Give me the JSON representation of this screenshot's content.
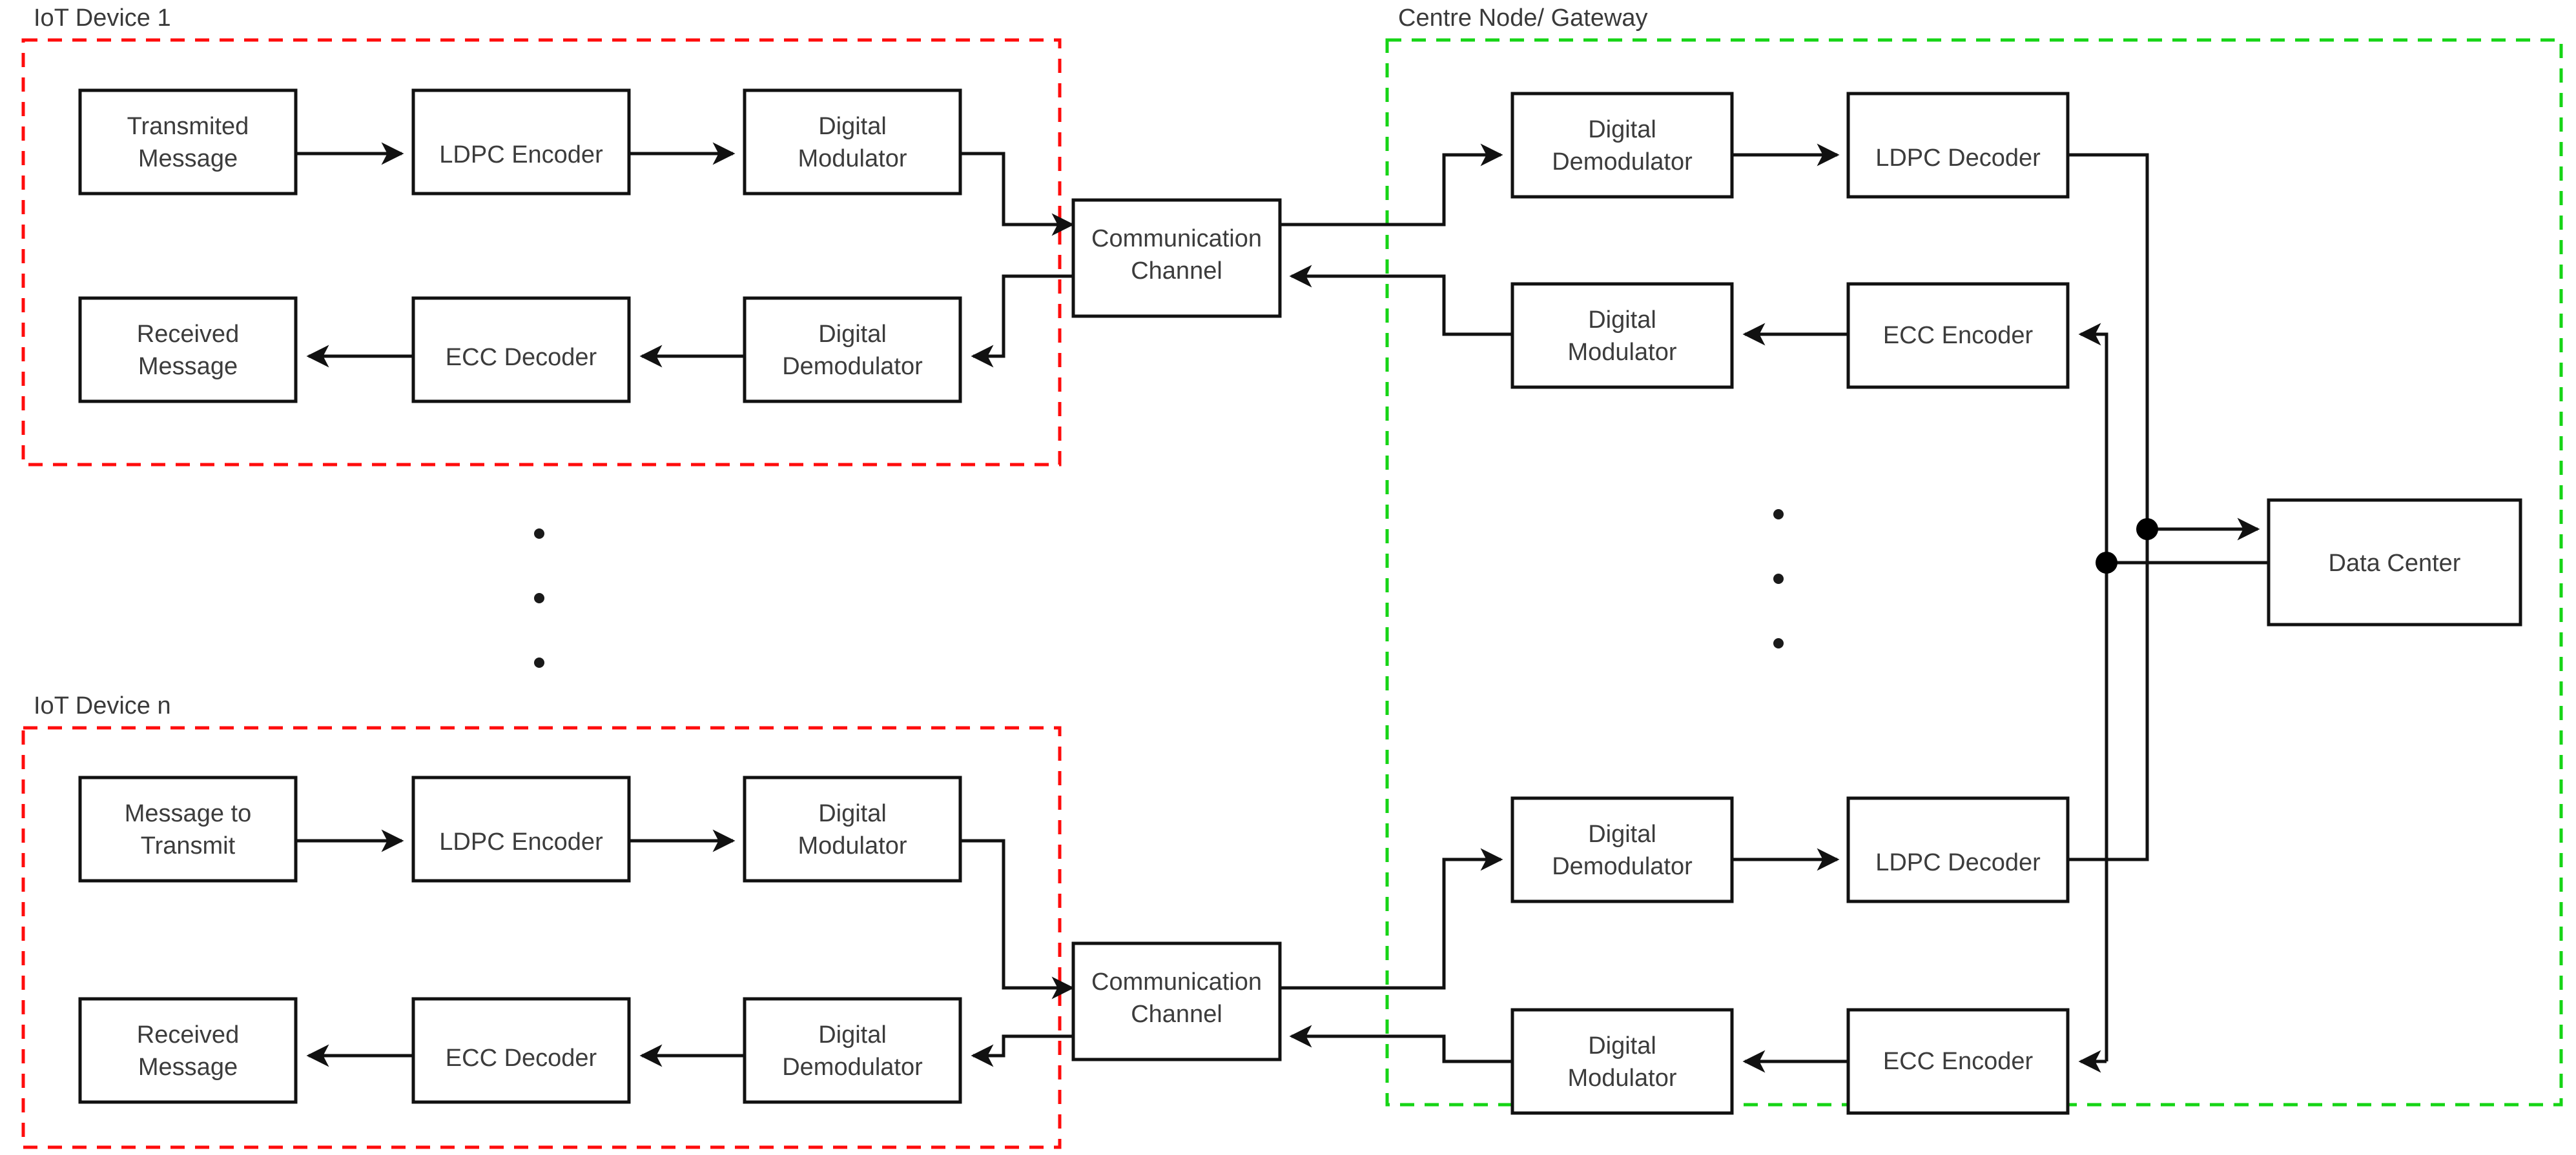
{
  "diagram": {
    "title": "IoT LDPC communication system block diagram",
    "colors": {
      "device_border": "#ff0c0c",
      "gateway_border": "#16d416",
      "box_stroke": "#111111",
      "text": "#3c3c3c",
      "background": "#ffffff"
    },
    "groups": [
      {
        "id": "device1",
        "label": "IoT Device 1",
        "border_color": "#ff0c0c",
        "border_style": "dashed"
      },
      {
        "id": "gateway",
        "label": "Centre Node/ Gateway",
        "border_color": "#16d416",
        "border_style": "dashed"
      },
      {
        "id": "devicen",
        "label": "IoT Device n",
        "border_color": "#ff0c0c",
        "border_style": "dashed"
      }
    ],
    "blocks": [
      {
        "id": "d1-tx-msg",
        "label": "Transmited Message",
        "line1": "Transmited",
        "line2": "Message",
        "group": "device1"
      },
      {
        "id": "d1-ldpc-enc",
        "label": "LDPC Encoder",
        "line1": "LDPC Encoder",
        "line2": "",
        "group": "device1"
      },
      {
        "id": "d1-mod",
        "label": "Digital Modulator",
        "line1": "Digital",
        "line2": "Modulator",
        "group": "device1"
      },
      {
        "id": "d1-rx-msg",
        "label": "Received Message",
        "line1": "Received",
        "line2": "Message",
        "group": "device1"
      },
      {
        "id": "d1-ecc-dec",
        "label": "ECC Decoder",
        "line1": "ECC Decoder",
        "line2": "",
        "group": "device1"
      },
      {
        "id": "d1-demod",
        "label": "Digital Demodulator",
        "line1": "Digital",
        "line2": "Demodulator",
        "group": "device1"
      },
      {
        "id": "chan-top",
        "label": "Communication Channel",
        "line1": "Communication",
        "line2": "Channel",
        "group": "none"
      },
      {
        "id": "g1-demod",
        "label": "Digital Demodulator",
        "line1": "Digital",
        "line2": "Demodulator",
        "group": "gateway"
      },
      {
        "id": "g1-ldpc-dec",
        "label": "LDPC Decoder",
        "line1": "LDPC Decoder",
        "line2": "",
        "group": "gateway"
      },
      {
        "id": "g1-mod",
        "label": "Digital Modulator",
        "line1": "Digital",
        "line2": "Modulator",
        "group": "gateway"
      },
      {
        "id": "g1-ecc-enc",
        "label": "ECC Encoder",
        "line1": "ECC Encoder",
        "line2": "",
        "group": "gateway"
      },
      {
        "id": "dn-tx-msg",
        "label": "Message to Transmit",
        "line1": "Message to",
        "line2": "Transmit",
        "group": "devicen"
      },
      {
        "id": "dn-ldpc-enc",
        "label": "LDPC Encoder",
        "line1": "LDPC Encoder",
        "line2": "",
        "group": "devicen"
      },
      {
        "id": "dn-mod",
        "label": "Digital Modulator",
        "line1": "Digital",
        "line2": "Modulator",
        "group": "devicen"
      },
      {
        "id": "dn-rx-msg",
        "label": "Received Message",
        "line1": "Received",
        "line2": "Message",
        "group": "devicen"
      },
      {
        "id": "dn-ecc-dec",
        "label": "ECC Decoder",
        "line1": "ECC Decoder",
        "line2": "",
        "group": "devicen"
      },
      {
        "id": "dn-demod",
        "label": "Digital Demodulator",
        "line1": "Digital",
        "line2": "Demodulator",
        "group": "devicen"
      },
      {
        "id": "chan-bot",
        "label": "Communication Channel",
        "line1": "Communication",
        "line2": "Channel",
        "group": "none"
      },
      {
        "id": "gn-demod",
        "label": "Digital Demodulator",
        "line1": "Digital",
        "line2": "Demodulator",
        "group": "gateway"
      },
      {
        "id": "gn-ldpc-dec",
        "label": "LDPC Decoder",
        "line1": "LDPC Decoder",
        "line2": "",
        "group": "gateway"
      },
      {
        "id": "gn-mod",
        "label": "Digital Modulator",
        "line1": "Digital",
        "line2": "Modulator",
        "group": "gateway"
      },
      {
        "id": "gn-ecc-enc",
        "label": "ECC Encoder",
        "line1": "ECC Encoder",
        "line2": "",
        "group": "gateway"
      },
      {
        "id": "data-center",
        "label": "Data Center",
        "line1": "Data Center",
        "line2": "",
        "group": "none"
      }
    ],
    "ellipsis": [
      {
        "id": "ellipsis-left",
        "dots": 3
      },
      {
        "id": "ellipsis-right",
        "dots": 3
      }
    ],
    "junction_dots": 2,
    "labels": {
      "device1": "IoT Device 1",
      "devicen": "IoT Device n",
      "gateway": "Centre Node/ Gateway",
      "transmited_message_l1": "Transmited",
      "transmited_message_l2": "Message",
      "ldpc_encoder": "LDPC Encoder",
      "digital_l1": "Digital",
      "modulator_l2": "Modulator",
      "demodulator_l2": "Demodulator",
      "received_l1": "Received",
      "message_l2": "Message",
      "ecc_decoder": "ECC Decoder",
      "ecc_encoder": "ECC Encoder",
      "ldpc_decoder": "LDPC Decoder",
      "communication_l1": "Communication",
      "channel_l2": "Channel",
      "message_to_l1": "Message to",
      "transmit_l2": "Transmit",
      "data_center": "Data Center"
    }
  }
}
